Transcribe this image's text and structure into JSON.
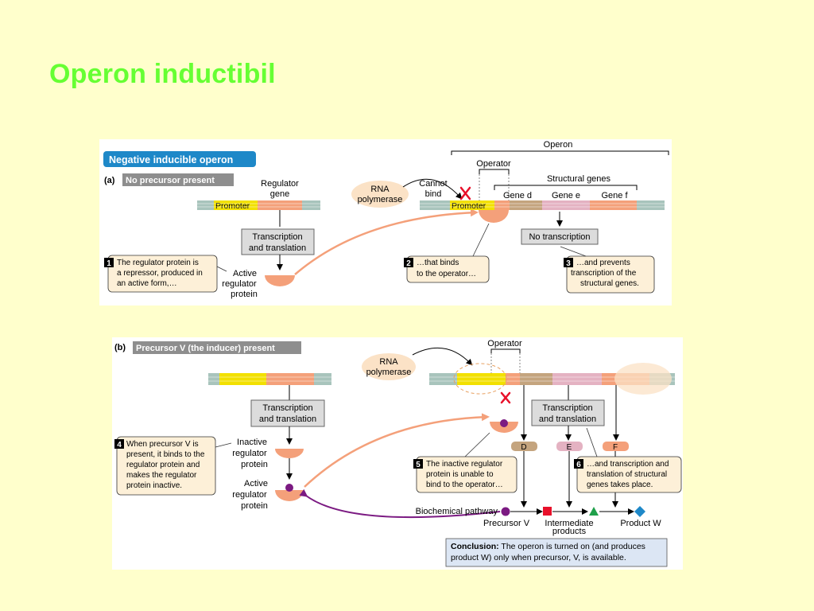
{
  "slide": {
    "title": "Operon inductibil"
  },
  "panel_a": {
    "header": "Negative inducible operon",
    "part_label": "(a)",
    "condition": "No precursor present",
    "regulator_gene_line1": "Regulator",
    "regulator_gene_line2": "gene",
    "promoter": "Promoter",
    "promoter_operon": "Promoter",
    "transcription_line1": "Transcription",
    "transcription_line2": "and translation",
    "active_line1": "Active",
    "active_line2": "regulator",
    "active_line3": "protein",
    "rna_pol_line1": "RNA",
    "rna_pol_line2": "polymerase",
    "cannot_line1": "Cannot",
    "cannot_line2": "bind",
    "operator": "Operator",
    "operon": "Operon",
    "structural_genes": "Structural genes",
    "gene_d": "Gene d",
    "gene_e": "Gene e",
    "gene_f": "Gene f",
    "no_transcription": "No transcription",
    "step1_num": "1",
    "step1_line1": "The regulator protein is",
    "step1_line2": "a repressor, produced in",
    "step1_line3": "an active form,…",
    "step2_num": "2",
    "step2_line1": "…that binds",
    "step2_line2": "to the operator…",
    "step3_num": "3",
    "step3_line1": "…and prevents",
    "step3_line2": "transcription of the",
    "step3_line3": "structural genes."
  },
  "panel_b": {
    "part_label": "(b)",
    "condition": "Precursor V (the inducer) present",
    "rna_pol_line1": "RNA",
    "rna_pol_line2": "polymerase",
    "operator": "Operator",
    "transcription_left_line1": "Transcription",
    "transcription_left_line2": "and translation",
    "transcription_right_line1": "Transcription",
    "transcription_right_line2": "and translation",
    "inactive_line1": "Inactive",
    "inactive_line2": "regulator",
    "inactive_line3": "protein",
    "active_line1": "Active",
    "active_line2": "regulator",
    "active_line3": "protein",
    "step4_num": "4",
    "step4_line1": "When precursor V is",
    "step4_line2": "present, it binds to the",
    "step4_line3": "regulator protein and",
    "step4_line4": "makes the regulator",
    "step4_line5": "protein inactive.",
    "step5_num": "5",
    "step5_line1": "The inactive regulator",
    "step5_line2": "protein is unable to",
    "step5_line3": "bind to the operator…",
    "step6_num": "6",
    "step6_line1": "…and transcription and",
    "step6_line2": "translation of structural",
    "step6_line3": "genes takes place.",
    "enzyme_d": "D",
    "enzyme_e": "E",
    "enzyme_f": "F",
    "biochemical_pathway": "Biochemical pathway",
    "precursor_v": "Precursor V",
    "intermediate_line1": "Intermediate",
    "intermediate_line2": "products",
    "product_w": "Product W",
    "conclusion_bold": "Conclusion:",
    "conclusion_line1": " The operon is turned on (and produces",
    "conclusion_line2": "product W) only when precursor, V, is available."
  },
  "colors": {
    "background": "#ffffcc",
    "title": "#66ff33",
    "header_blue": "#1e88c8",
    "condition_gray": "#8e8e8e",
    "promoter_yellow": "#f2e000",
    "regulator_salmon": "#f4a07a",
    "gene_d": "#c4a47e",
    "gene_e": "#e4b2c2",
    "gene_f": "#f4a07a",
    "dna_teal": "#a8c4bc",
    "callout_fill": "#fdf0d8",
    "process_box": "#dcdcdc",
    "red_x": "#e8102a",
    "precursor_purple": "#7b1a82",
    "conclusion_fill": "#dce6f4"
  }
}
